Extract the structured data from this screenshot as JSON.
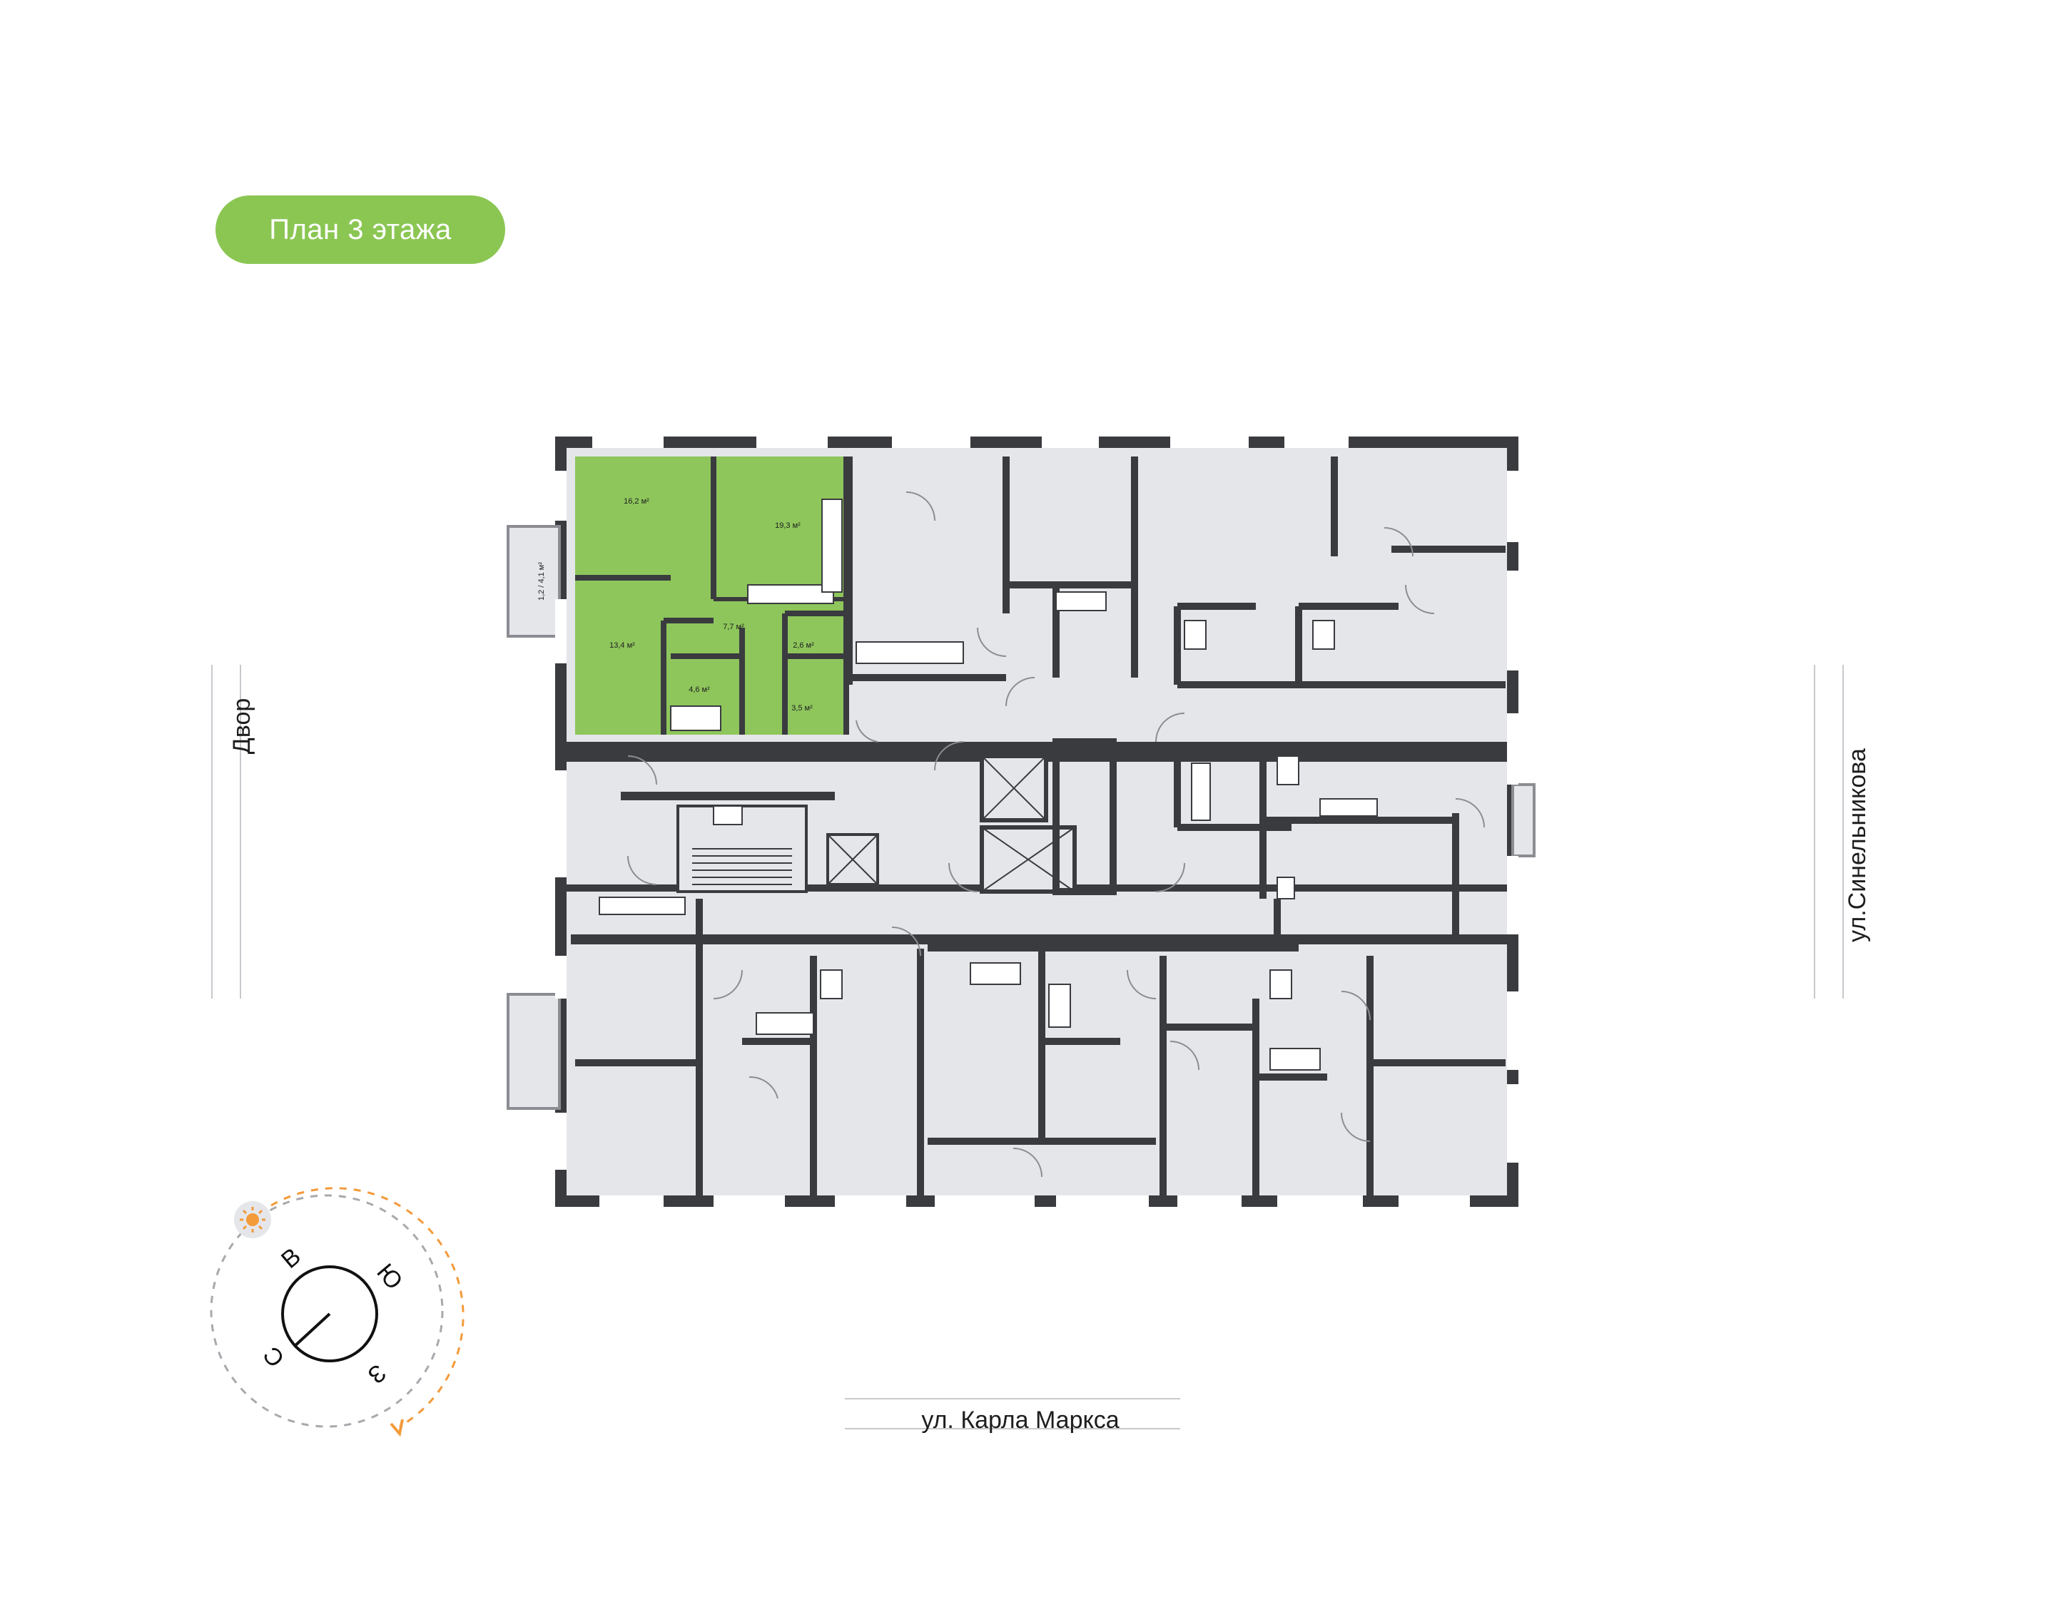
{
  "floor_badge": {
    "label": "План 3 этажа"
  },
  "colors": {
    "accent_green": "#8bc653",
    "selected_apartment_fill": "#8ec65c",
    "room_fill": "#e5e6ea",
    "wall": "#3a3b3f",
    "orientation_sun": "#f39a3a"
  },
  "selected_apartment": {
    "rooms": [
      {
        "label": "16,2 м²"
      },
      {
        "label": "19,3 м²"
      },
      {
        "label": "13,4 м²"
      },
      {
        "label": "7,7 м²"
      },
      {
        "label": "2,6 м²"
      },
      {
        "label": "4,6 м²"
      },
      {
        "label": "3,5 м²"
      }
    ],
    "balcony_label": "1,2 / 4,1 м²"
  },
  "streets": {
    "bottom": "ул. Карла Маркса",
    "left": "Двор",
    "right": "ул.Синельникова"
  },
  "compass": {
    "letters": {
      "north": "С",
      "east": "В",
      "south": "Ю",
      "west": "З"
    },
    "icons": [
      "sun-icon",
      "sun-path-arrow-icon"
    ]
  }
}
